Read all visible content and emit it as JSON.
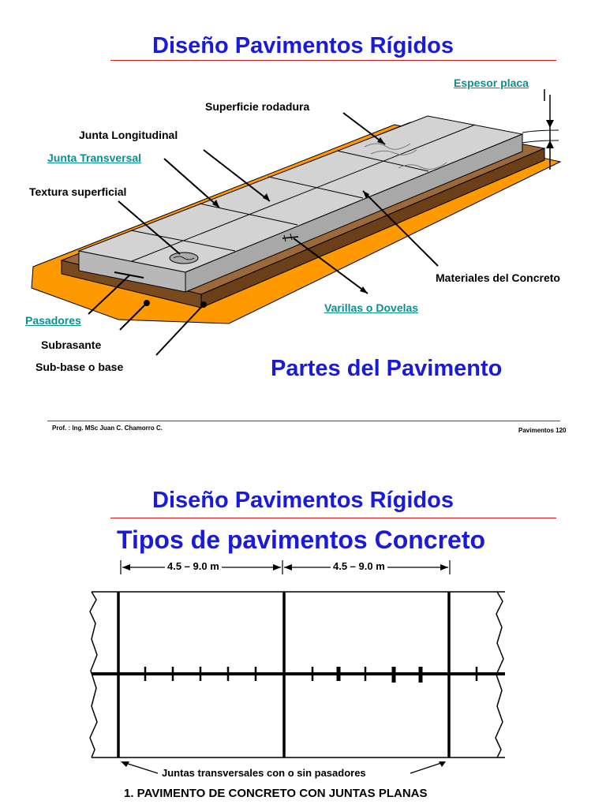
{
  "slide1": {
    "title": "Diseño Pavimentos Rígidos",
    "subtitle": "Partes del Pavimento",
    "labels": {
      "espesor_placa": "Espesor placa",
      "superficie_rodadura": "Superficie rodadura",
      "junta_longitudinal": "Junta Longitudinal",
      "junta_transversal": "Junta Transversal",
      "textura_superficial": "Textura superficial",
      "materiales_concreto": "Materiales del Concreto",
      "varillas_dovelas": "Varillas o Dovelas",
      "pasadores": "Pasadores",
      "subrasante": "Subrasante",
      "subbase_base": "Sub-base o base"
    },
    "footer_left": "Prof. :  Ing. MSc  Juan C. Chamorro C.",
    "footer_right": "Pavimentos  120"
  },
  "slide2": {
    "title": "Diseño Pavimentos Rígidos",
    "subtitle": "Tipos de pavimentos Concreto",
    "dim_left": "4.5 – 9.0 m",
    "dim_right": "4.5 – 9.0 m",
    "joints_caption": "Juntas transversales con o sin pasadores",
    "figure_caption": "1. PAVIMENTO DE CONCRETO CON JUNTAS PLANAS"
  },
  "colors": {
    "title_blue": "#1a1adb",
    "rule_red": "#d01818",
    "label_teal": "#0b8f8f",
    "subgrade_orange": "#ff9900",
    "base_brown": "#8b5a2b",
    "slab_gray": "#c9c9c9"
  }
}
